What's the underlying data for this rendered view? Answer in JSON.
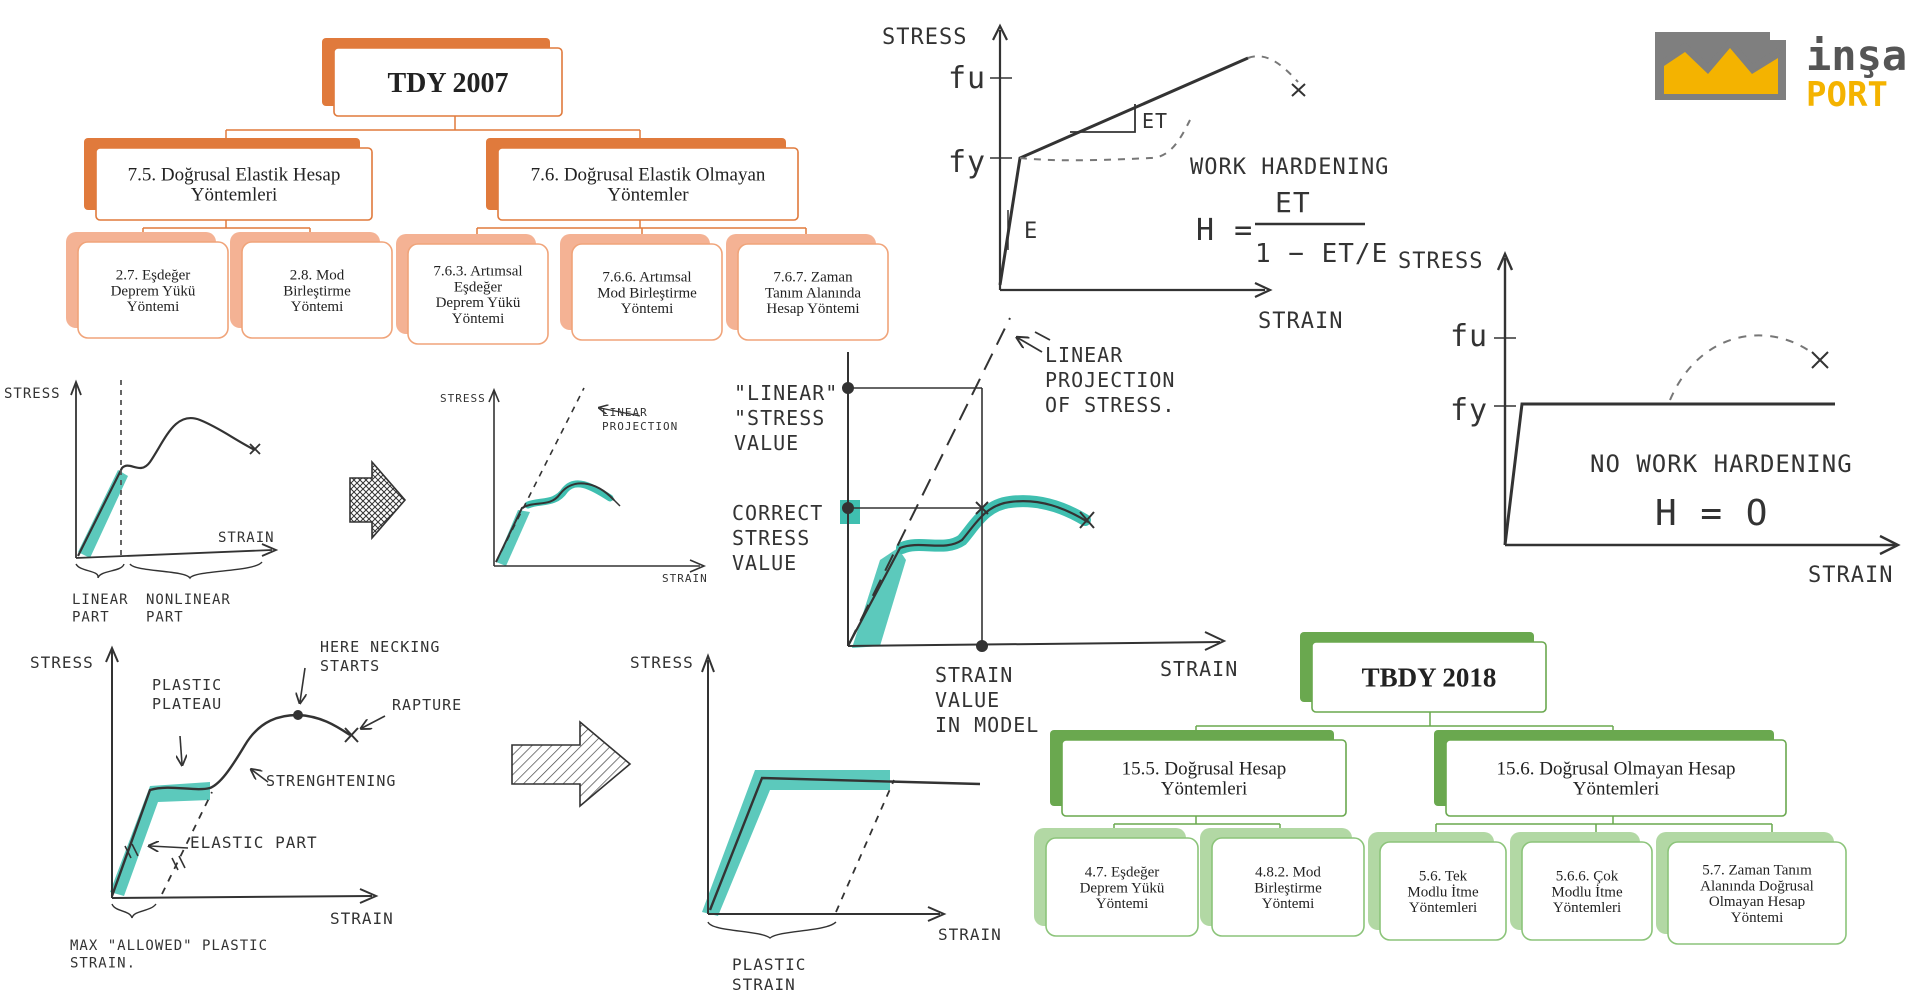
{
  "logo": {
    "text_top": "inşa",
    "text_bottom": "PORT"
  },
  "colors": {
    "orange_dark": "#e07a3c",
    "orange_mid": "#f0a47a",
    "orange_light": "#f4b294",
    "green_dark": "#6aa84f",
    "green_mid": "#8cc47a",
    "green_light": "#b2d8a4",
    "teal": "#3fbfb0",
    "sketch": "#333333",
    "logo_grey": "#7f7f7f",
    "logo_yellow": "#f4b300"
  },
  "tdy2007": {
    "title": "TDY 2007",
    "groups": [
      {
        "label": "7.5. Doğrusal Elastik Hesap|Yöntemleri",
        "children": [
          "2.7. Eşdeğer|Deprem Yükü|Yöntemi",
          "2.8. Mod|Birleştirme|Yöntemi"
        ]
      },
      {
        "label": "7.6. Doğrusal Elastik Olmayan|Yöntemler",
        "children": [
          "7.6.3. Artımsal|Eşdeğer|Deprem Yükü|Yöntemi",
          "7.6.6. Artımsal|Mod Birleştirme|Yöntemi",
          "7.6.7. Zaman|Tanım Alanında|Hesap Yöntemi"
        ]
      }
    ]
  },
  "tbdy2018": {
    "title": "TBDY 2018",
    "groups": [
      {
        "label": "15.5. Doğrusal Hesap|Yöntemleri",
        "children": [
          "4.7. Eşdeğer|Deprem Yükü|Yöntemi",
          "4.8.2. Mod|Birleştirme|Yöntemi"
        ]
      },
      {
        "label": "15.6. Doğrusal Olmayan Hesap|Yöntemleri",
        "children": [
          "5.6. Tek|Modlu İtme|Yöntemleri",
          "5.6.6. Çok|Modlu İtme|Yöntemleri",
          "5.7. Zaman Tanım|Alanında Doğrusal|Olmayan Hesap|Yöntemi"
        ]
      }
    ]
  },
  "sketches": {
    "work_hardening": {
      "stress": "STRESS",
      "strain": "STRAIN",
      "fu": "fu",
      "fy": "fy",
      "e": "E",
      "et": "ET",
      "title": "WORK HARDENING",
      "formula_lhs": "H =",
      "formula_num": "ET",
      "formula_den": "1 − ET/E"
    },
    "no_hardening": {
      "stress": "STRESS",
      "strain": "STRAIN",
      "fu": "fu",
      "fy": "fy",
      "title": "NO WORK HARDENING",
      "formula": "H = O"
    },
    "linear_nonlinear": {
      "stress": "STRESS",
      "strain": "STRAIN",
      "linear": "LINEAR|PART",
      "nonlinear": "NONLINEAR|PART"
    },
    "projection_small": {
      "stress": "STRESS",
      "strain": "STRAIN",
      "proj": "LINEAR|PROJECTION"
    },
    "projection_big": {
      "linear_stress": "\"LINEAR\"|\"STRESS|VALUE",
      "correct_stress": "CORRECT|STRESS|VALUE",
      "proj": "LINEAR|PROJECTION|OF STRESS.",
      "strain_value": "STRAIN|VALUE|IN MODEL",
      "strain": "STRAIN"
    },
    "plastic_curve": {
      "stress": "STRESS",
      "strain": "STRAIN",
      "plateau": "PLASTIC|PLATEAU",
      "necking": "HERE NECKING|STARTS",
      "rapture": "RAPTURE",
      "strengthening": "STRENGHTENING",
      "elastic": "ELASTIC PART",
      "max": "MAX \"ALLOWED\" PLASTIC|STRAIN."
    },
    "plastic_simple": {
      "stress": "STRESS",
      "strain": "STRAIN",
      "plastic": "PLASTIC|STRAIN"
    }
  }
}
